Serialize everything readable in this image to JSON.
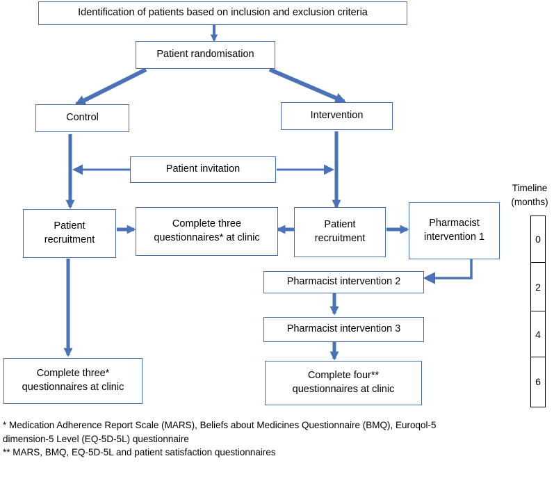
{
  "boxes": {
    "identification": "Identification of patients based on inclusion and exclusion criteria",
    "randomisation": "Patient randomisation",
    "control": "Control",
    "intervention": "Intervention",
    "invitation": "Patient invitation",
    "recruitment_left": "Patient\nrecruitment",
    "questionnaires_mid": "Complete three\nquestionnaires* at clinic",
    "recruitment_right": "Patient\nrecruitment",
    "pharmacist_1": "Pharmacist\nintervention 1",
    "pharmacist_2": "Pharmacist intervention 2",
    "pharmacist_3": "Pharmacist intervention 3",
    "complete_three": "Complete three*\nquestionnaires at clinic",
    "complete_four": "Complete four**\nquestionnaires at clinic"
  },
  "timeline": {
    "title": "Timeline\n(months)",
    "months": [
      "0",
      "2",
      "4",
      "6"
    ]
  },
  "footnotes": {
    "note1": "* Medication Adherence Report Scale (MARS), Beliefs about Medicines Questionnaire (BMQ), Euroqol-5\ndimension-5 Level (EQ-5D-5L) questionnaire",
    "note2": "** MARS, BMQ, EQ-5D-5L and patient satisfaction questionnaires"
  },
  "colors": {
    "arrow": "#4a72b8",
    "box_border": "#4a6fa5"
  }
}
